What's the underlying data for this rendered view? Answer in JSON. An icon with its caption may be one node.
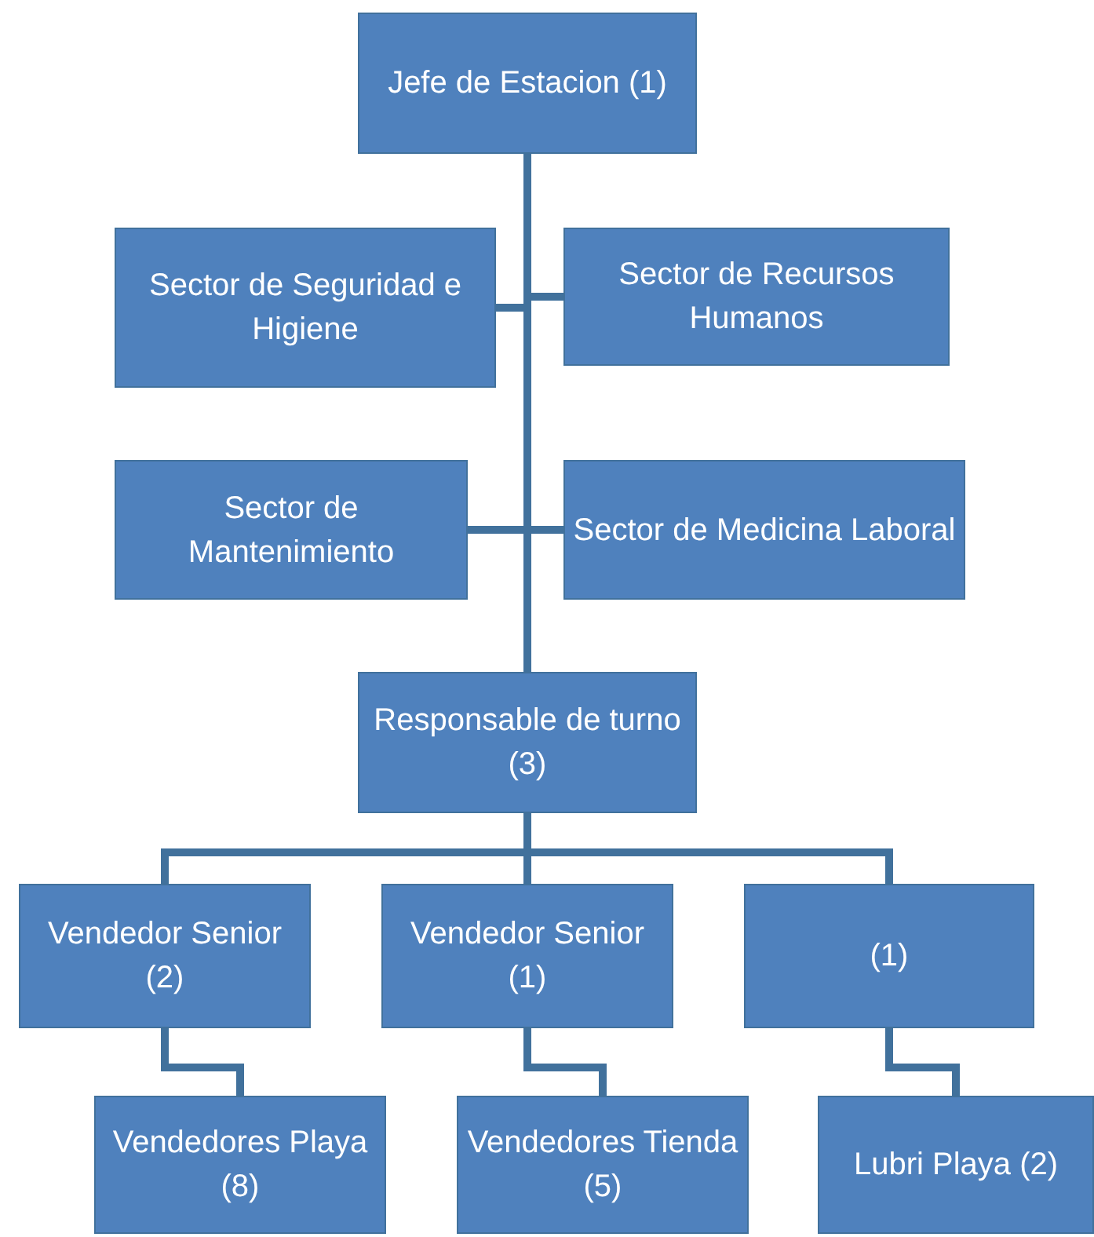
{
  "diagram": {
    "nodes": [
      {
        "text": [
          "Jefe de Estacion (1)"
        ]
      },
      {
        "text": [
          "Sector de Seguridad e Higiene"
        ]
      },
      {
        "text": [
          "Sector de Recursos Humanos"
        ]
      },
      {
        "text": [
          "Sector de Mantenimiento"
        ]
      },
      {
        "text": [
          "Sector de Medicina Laboral"
        ]
      },
      {
        "text": [
          "Responsable de turno (3)"
        ]
      },
      {
        "text": [
          "Vendedor Senior (2)"
        ]
      },
      {
        "text": [
          "Vendedor Senior (1)"
        ]
      },
      {
        "text": [
          "(1)"
        ]
      },
      {
        "text": [
          "Vendedores Playa (8)"
        ]
      },
      {
        "text": [
          "Vendedores Tienda (5)"
        ]
      },
      {
        "text": [
          "Lubri Playa (2)"
        ]
      }
    ],
    "edges": [
      {
        "from": 0,
        "to": 1,
        "arrow": "none"
      },
      {
        "from": 0,
        "to": 2,
        "arrow": "none"
      },
      {
        "from": 0,
        "to": 3,
        "arrow": "none"
      },
      {
        "from": 0,
        "to": 4,
        "arrow": "none"
      },
      {
        "from": 0,
        "to": 5,
        "arrow": "none"
      },
      {
        "from": 5,
        "to": 6,
        "arrow": "none"
      },
      {
        "from": 5,
        "to": 7,
        "arrow": "none"
      },
      {
        "from": 5,
        "to": 8,
        "arrow": "none"
      },
      {
        "from": 6,
        "to": 9,
        "arrow": "none"
      },
      {
        "from": 7,
        "to": 10,
        "arrow": "none"
      },
      {
        "from": 8,
        "to": 11,
        "arrow": "none"
      }
    ]
  }
}
